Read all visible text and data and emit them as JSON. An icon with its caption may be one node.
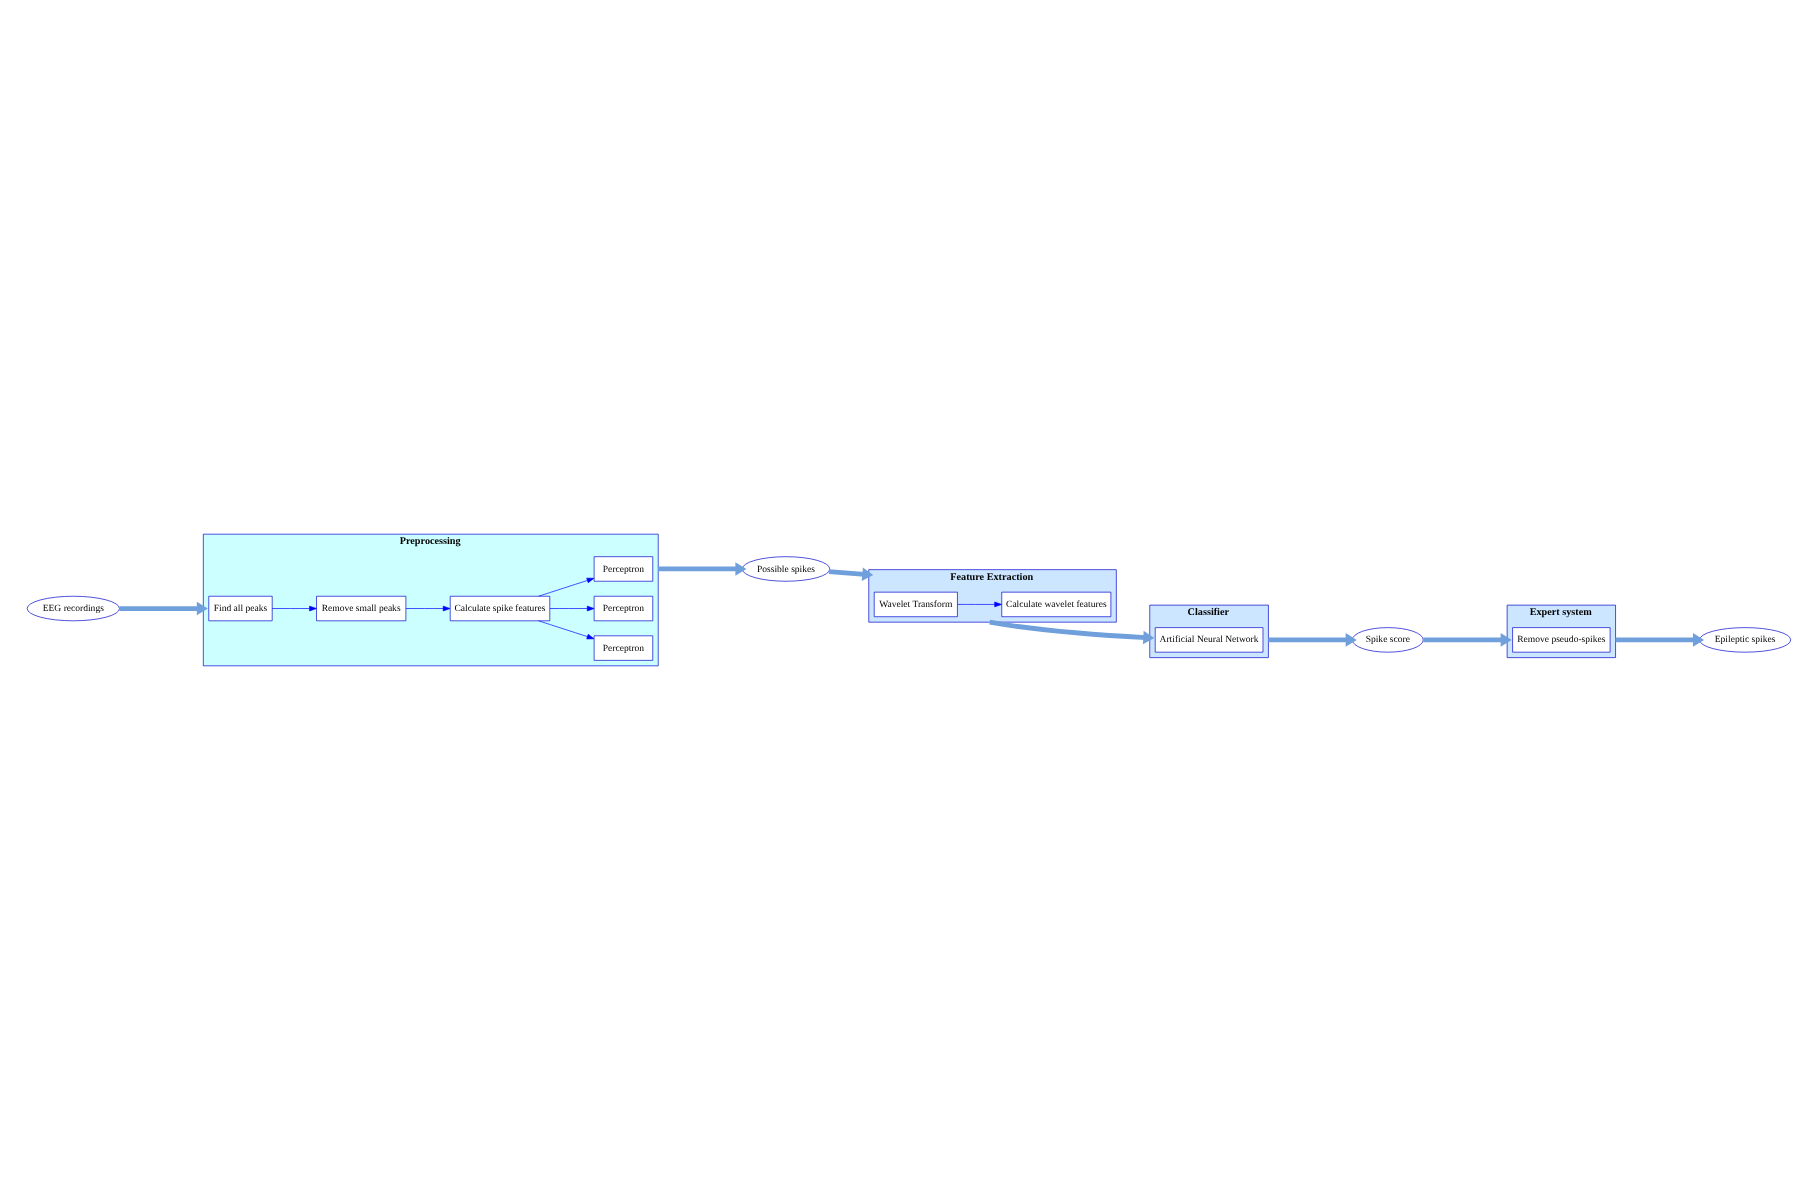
{
  "diagram": {
    "nodes": [
      {
        "text": [
          "EEG recordings"
        ]
      },
      {
        "text": [
          "Preprocessing"
        ]
      },
      {
        "text": [
          "Find all peaks"
        ],
        "in": 1
      },
      {
        "text": [
          "Remove small peaks"
        ],
        "in": 1
      },
      {
        "text": [
          "Calculate spike features"
        ],
        "in": 1
      },
      {
        "text": [
          "Perceptron"
        ],
        "in": 1
      },
      {
        "text": [
          "Perceptron"
        ],
        "in": 1
      },
      {
        "text": [
          "Perceptron"
        ],
        "in": 1
      },
      {
        "text": [
          "Classifier"
        ]
      },
      {
        "text": [
          "Artificial Neural Network"
        ],
        "in": 8
      },
      {
        "text": [
          "Feature Extraction"
        ]
      },
      {
        "text": [
          "Calculate wavelet features"
        ],
        "in": 10
      },
      {
        "text": [
          "Wavelet Transform"
        ],
        "in": 10
      },
      {
        "text": [
          "Possible spikes"
        ]
      },
      {
        "text": [
          "Spike score"
        ]
      },
      {
        "text": [
          "Expert system"
        ]
      },
      {
        "text": [
          "Remove pseudo-spikes"
        ],
        "in": 15
      },
      {
        "text": [
          "Epileptic spikes"
        ]
      }
    ],
    "edges": [
      {
        "from": 0,
        "to": 1,
        "arrow": "to"
      },
      {
        "from": 2,
        "to": 3,
        "arrow": "to",
        "color": "#0000ff"
      },
      {
        "from": 3,
        "to": 4,
        "arrow": "to",
        "color": "#0000ff"
      },
      {
        "from": 4,
        "to": 5,
        "arrow": "to",
        "color": "#0000ff"
      },
      {
        "from": 4,
        "to": 6,
        "arrow": "to",
        "color": "#0000ff"
      },
      {
        "from": 4,
        "to": 7,
        "arrow": "to",
        "color": "#0000ff"
      },
      {
        "from": 1,
        "to": 13,
        "arrow": "to"
      },
      {
        "from": 13,
        "to": 10,
        "arrow": "to"
      },
      {
        "from": 12,
        "to": 11,
        "arrow": "to",
        "color": "#0000ff"
      },
      {
        "from": 10,
        "to": 8,
        "arrow": "to"
      },
      {
        "from": 8,
        "to": 14,
        "arrow": "to"
      },
      {
        "from": 14,
        "to": 15,
        "arrow": "to"
      },
      {
        "from": 15,
        "to": 17,
        "arrow": "to"
      }
    ]
  }
}
